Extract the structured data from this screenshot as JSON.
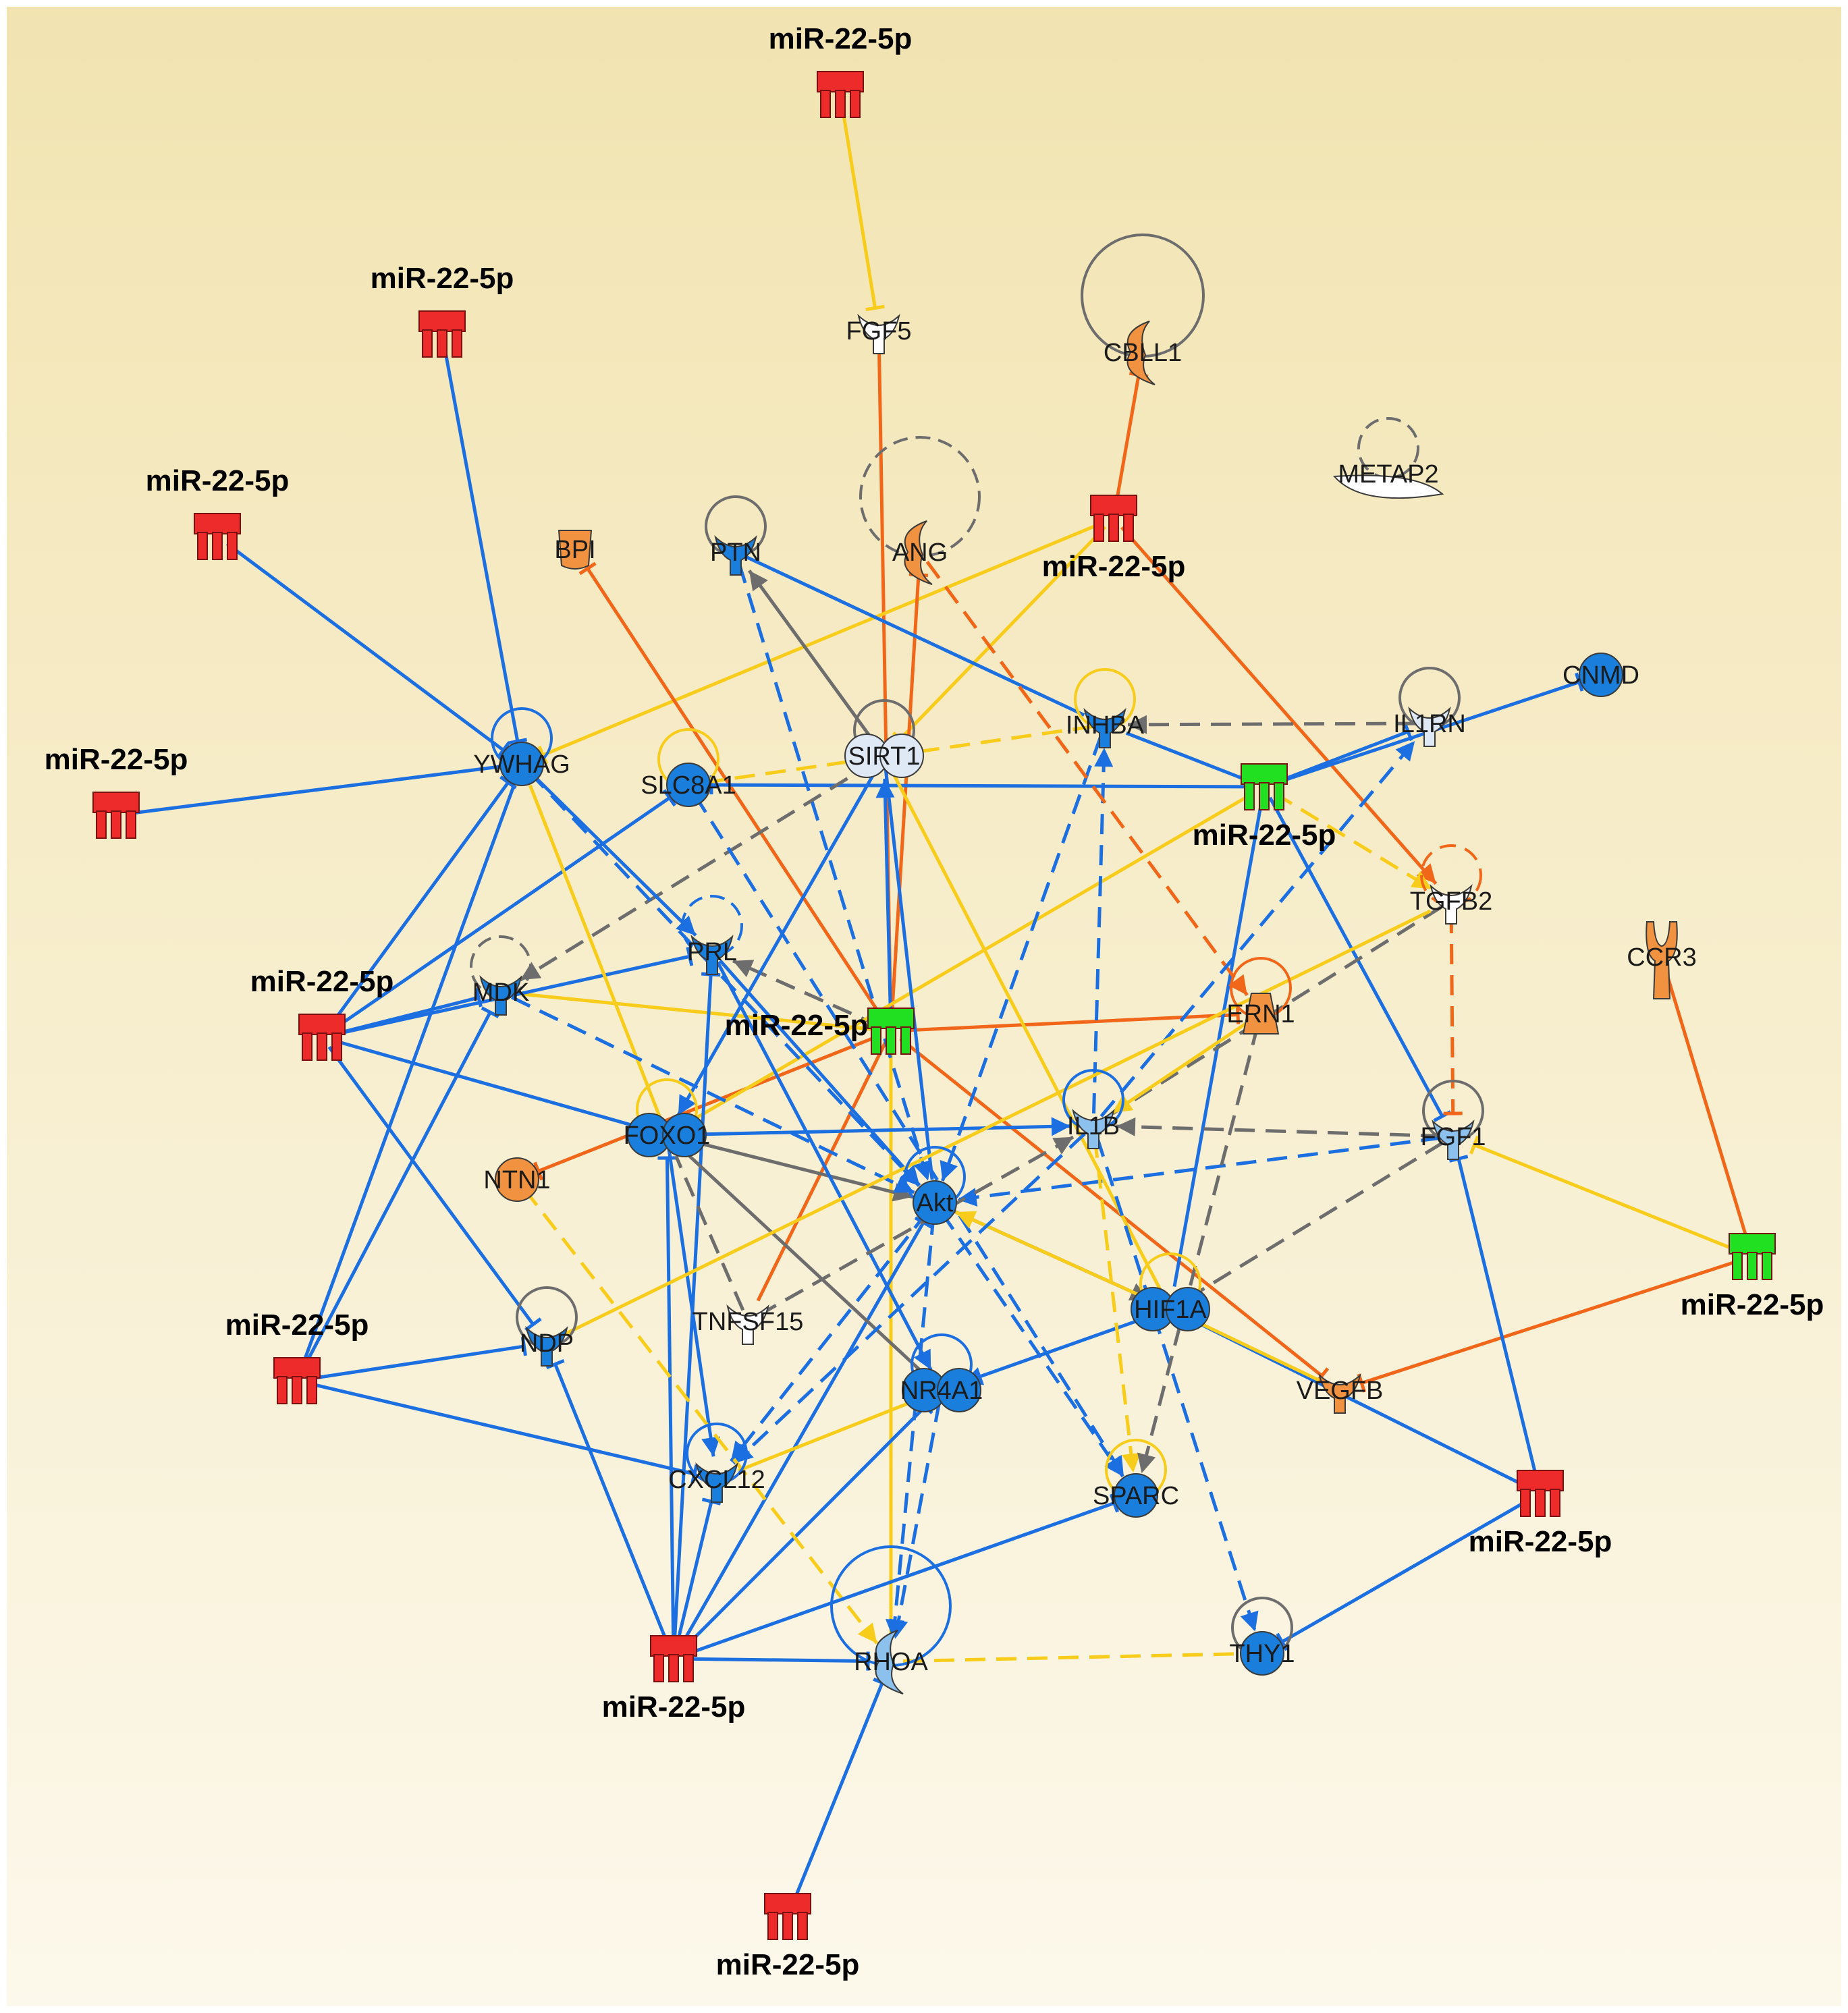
{
  "colors": {
    "background_top": "#f2e4b1",
    "background_bottom": "#fcf8eb",
    "mirna_down": "#ee2b2b",
    "mirna_up": "#21e021",
    "gene_blue": "#1a7fdc",
    "gene_lightblue": "#8cc1ee",
    "gene_paleblue": "#dfe9f6",
    "gene_orange": "#f0923f",
    "gene_white": "#ffffff",
    "edge_blue": "#1b6fe0",
    "edge_yellow": "#f7cc1b",
    "edge_orange": "#f2661a",
    "edge_gray": "#6d6d6d"
  },
  "mirnas": [
    {
      "id": "m1",
      "label": "miR-22-5p",
      "state": "down",
      "label_side": "top"
    },
    {
      "id": "m2",
      "label": "miR-22-5p",
      "state": "down",
      "label_side": "top"
    },
    {
      "id": "m3",
      "label": "miR-22-5p",
      "state": "down",
      "label_side": "top"
    },
    {
      "id": "m4",
      "label": "miR-22-5p",
      "state": "down",
      "label_side": "top"
    },
    {
      "id": "m5",
      "label": "miR-22-5p",
      "state": "up",
      "label_side": "left"
    },
    {
      "id": "m6",
      "label": "miR-22-5p",
      "state": "down",
      "label_side": "bottom"
    },
    {
      "id": "m7",
      "label": "miR-22-5p",
      "state": "up",
      "label_side": "bottom"
    },
    {
      "id": "m8",
      "label": "miR-22-5p",
      "state": "down",
      "label_side": "top"
    },
    {
      "id": "m9",
      "label": "miR-22-5p",
      "state": "up",
      "label_side": "bottom"
    },
    {
      "id": "m10",
      "label": "miR-22-5p",
      "state": "down",
      "label_side": "top"
    },
    {
      "id": "m11",
      "label": "miR-22-5p",
      "state": "down",
      "label_side": "bottom"
    },
    {
      "id": "m12",
      "label": "miR-22-5p",
      "state": "down",
      "label_side": "bottom"
    },
    {
      "id": "m13",
      "label": "miR-22-5p",
      "state": "down",
      "label_side": "bottom"
    }
  ],
  "genes": [
    {
      "id": "FGF5",
      "label": "FGF5",
      "shape": "growth",
      "color": "white",
      "self_loop": false
    },
    {
      "id": "CBLL1",
      "label": "CBLL1",
      "shape": "enzyme",
      "color": "orange",
      "self_loop": true
    },
    {
      "id": "METAP2",
      "label": "METAP2",
      "shape": "peptidase",
      "color": "white",
      "self_loop": true
    },
    {
      "id": "BPI",
      "label": "BPI",
      "shape": "other",
      "color": "orange",
      "self_loop": false
    },
    {
      "id": "PTN",
      "label": "PTN",
      "shape": "growth",
      "color": "blue",
      "self_loop": true
    },
    {
      "id": "ANG",
      "label": "ANG",
      "shape": "enzyme",
      "color": "orange",
      "self_loop": true
    },
    {
      "id": "CNMD",
      "label": "CNMD",
      "shape": "circle",
      "color": "blue",
      "self_loop": false
    },
    {
      "id": "YWHAG",
      "label": "YWHAG",
      "shape": "circle",
      "color": "blue",
      "self_loop": true
    },
    {
      "id": "SIRT1",
      "label": "SIRT1",
      "shape": "complex",
      "color": "paleblue",
      "self_loop": true
    },
    {
      "id": "INHBA",
      "label": "INHBA",
      "shape": "growth",
      "color": "blue",
      "self_loop": true
    },
    {
      "id": "IL1RN",
      "label": "IL1RN",
      "shape": "growth",
      "color": "paleblue",
      "self_loop": true
    },
    {
      "id": "SLC8A1",
      "label": "SLC8A1",
      "shape": "circle",
      "color": "blue",
      "self_loop": true
    },
    {
      "id": "TGFB2",
      "label": "TGFB2",
      "shape": "growth",
      "color": "white",
      "self_loop": true
    },
    {
      "id": "CCR3",
      "label": "CCR3",
      "shape": "receptor",
      "color": "orange",
      "self_loop": false
    },
    {
      "id": "PRL",
      "label": "PRL",
      "shape": "growth",
      "color": "blue",
      "self_loop": true
    },
    {
      "id": "MDK",
      "label": "MDK",
      "shape": "growth",
      "color": "blue",
      "self_loop": true
    },
    {
      "id": "ERN1",
      "label": "ERN1",
      "shape": "kinase",
      "color": "orange",
      "self_loop": true
    },
    {
      "id": "FOXO1",
      "label": "FOXO1",
      "shape": "complex",
      "color": "blue",
      "self_loop": true
    },
    {
      "id": "IL1B",
      "label": "IL1B",
      "shape": "growth",
      "color": "lightblue",
      "self_loop": true
    },
    {
      "id": "FGF1",
      "label": "FGF1",
      "shape": "growth",
      "color": "lightblue",
      "self_loop": true
    },
    {
      "id": "NTN1",
      "label": "NTN1",
      "shape": "circle",
      "color": "orange",
      "self_loop": false
    },
    {
      "id": "Akt",
      "label": "Akt",
      "shape": "circle",
      "color": "blue",
      "self_loop": true
    },
    {
      "id": "TNFSF15",
      "label": "TNFSF15",
      "shape": "growth",
      "color": "white",
      "self_loop": false
    },
    {
      "id": "HIF1A",
      "label": "HIF1A",
      "shape": "complex",
      "color": "blue",
      "self_loop": true
    },
    {
      "id": "NDP",
      "label": "NDP",
      "shape": "growth",
      "color": "blue",
      "self_loop": true
    },
    {
      "id": "NR4A1",
      "label": "NR4A1",
      "shape": "complex",
      "color": "blue",
      "self_loop": true
    },
    {
      "id": "VEGFB",
      "label": "VEGFB",
      "shape": "growth",
      "color": "orange",
      "self_loop": false
    },
    {
      "id": "CXCL12",
      "label": "CXCL12",
      "shape": "growth",
      "color": "blue",
      "self_loop": true
    },
    {
      "id": "SPARC",
      "label": "SPARC",
      "shape": "circle",
      "color": "blue",
      "self_loop": true
    },
    {
      "id": "RHOA",
      "label": "RHOA",
      "shape": "enzyme",
      "color": "lightblue",
      "self_loop": true
    },
    {
      "id": "THY1",
      "label": "THY1",
      "shape": "circle",
      "color": "blue",
      "self_loop": true
    }
  ],
  "edges": [
    {
      "from": "m1",
      "to": "FGF5",
      "color": "yellow",
      "style": "solid",
      "end": "bar"
    },
    {
      "from": "FGF5",
      "to": "m5",
      "color": "orange",
      "style": "solid",
      "end": "none"
    },
    {
      "from": "m6",
      "to": "CBLL1",
      "color": "orange",
      "style": "solid",
      "end": "bar"
    },
    {
      "from": "m6",
      "to": "YWHAG",
      "color": "yellow",
      "style": "solid",
      "end": "bar"
    },
    {
      "from": "m6",
      "to": "SIRT1",
      "color": "yellow",
      "style": "solid",
      "end": "bar"
    },
    {
      "from": "m6",
      "to": "TGFB2",
      "color": "orange",
      "style": "solid",
      "end": "arrow"
    },
    {
      "from": "m2",
      "to": "YWHAG",
      "color": "blue",
      "style": "solid",
      "end": "bar"
    },
    {
      "from": "m3",
      "to": "YWHAG",
      "color": "blue",
      "style": "solid",
      "end": "bar"
    },
    {
      "from": "m4",
      "to": "YWHAG",
      "color": "blue",
      "style": "solid",
      "end": "none"
    },
    {
      "from": "m5",
      "to": "BPI",
      "color": "orange",
      "style": "solid",
      "end": "bar"
    },
    {
      "from": "m5",
      "to": "ANG",
      "color": "orange",
      "style": "solid",
      "end": "bar"
    },
    {
      "from": "m5",
      "to": "NTN1",
      "color": "orange",
      "style": "solid",
      "end": "bar"
    },
    {
      "from": "m5",
      "to": "ERN1",
      "color": "orange",
      "style": "solid",
      "end": "bar"
    },
    {
      "from": "m5",
      "to": "MDK",
      "color": "yellow",
      "style": "solid",
      "end": "none"
    },
    {
      "from": "m5",
      "to": "TNFSF15",
      "color": "orange",
      "style": "solid",
      "end": "none"
    },
    {
      "from": "m5",
      "to": "PRL",
      "color": "gray",
      "style": "dashed",
      "end": "arrow"
    },
    {
      "from": "m5",
      "to": "VEGFB",
      "color": "orange",
      "style": "solid",
      "end": "bar"
    },
    {
      "from": "m5",
      "to": "SIRT1",
      "color": "blue",
      "style": "solid",
      "end": "arrow"
    },
    {
      "from": "m5",
      "to": "RHOA",
      "color": "yellow",
      "style": "solid",
      "end": "none"
    },
    {
      "from": "m7",
      "to": "FGF1",
      "color": "yellow",
      "style": "solid",
      "end": "bar"
    },
    {
      "from": "m7",
      "to": "VEGFB",
      "color": "orange",
      "style": "solid",
      "end": "bar"
    },
    {
      "from": "m8",
      "to": "MDK",
      "color": "blue",
      "style": "solid",
      "end": "bar"
    },
    {
      "from": "m8",
      "to": "PRL",
      "color": "blue",
      "style": "solid",
      "end": "bar"
    },
    {
      "from": "m8",
      "to": "YWHAG",
      "color": "blue",
      "style": "solid",
      "end": "bar"
    },
    {
      "from": "m8",
      "to": "SLC8A1",
      "color": "blue",
      "style": "solid",
      "end": "bar"
    },
    {
      "from": "m8",
      "to": "FOXO1",
      "color": "blue",
      "style": "solid",
      "end": "bar"
    },
    {
      "from": "m8",
      "to": "NDP",
      "color": "blue",
      "style": "solid",
      "end": "bar"
    },
    {
      "from": "m9",
      "to": "INHBA",
      "color": "blue",
      "style": "solid",
      "end": "none"
    },
    {
      "from": "m9",
      "to": "IL1RN",
      "color": "blue",
      "style": "solid",
      "end": "bar"
    },
    {
      "from": "m9",
      "to": "CNMD",
      "color": "blue",
      "style": "solid",
      "end": "bar"
    },
    {
      "from": "m9",
      "to": "SLC8A1",
      "color": "blue",
      "style": "solid",
      "end": "bar"
    },
    {
      "from": "m9",
      "to": "TGFB2",
      "color": "yellow",
      "style": "dashed",
      "end": "arrow"
    },
    {
      "from": "m9",
      "to": "FGF1",
      "color": "blue",
      "style": "solid",
      "end": "bar"
    },
    {
      "from": "m9",
      "to": "HIF1A",
      "color": "blue",
      "style": "solid",
      "end": "none"
    },
    {
      "from": "m9",
      "to": "FOXO1",
      "color": "yellow",
      "style": "solid",
      "end": "none"
    },
    {
      "from": "m10",
      "to": "NDP",
      "color": "blue",
      "style": "solid",
      "end": "bar"
    },
    {
      "from": "m10",
      "to": "MDK",
      "color": "blue",
      "style": "solid",
      "end": "bar"
    },
    {
      "from": "m10",
      "to": "CXCL12",
      "color": "blue",
      "style": "solid",
      "end": "bar"
    },
    {
      "from": "m10",
      "to": "YWHAG",
      "color": "blue",
      "style": "solid",
      "end": "none"
    },
    {
      "from": "m11",
      "to": "NDP",
      "color": "blue",
      "style": "solid",
      "end": "bar"
    },
    {
      "from": "m11",
      "to": "FOXO1",
      "color": "blue",
      "style": "solid",
      "end": "bar"
    },
    {
      "from": "m11",
      "to": "CXCL12",
      "color": "blue",
      "style": "solid",
      "end": "bar"
    },
    {
      "from": "m11",
      "to": "Akt",
      "color": "blue",
      "style": "solid",
      "end": "bar"
    },
    {
      "from": "m11",
      "to": "RHOA",
      "color": "blue",
      "style": "solid",
      "end": "bar"
    },
    {
      "from": "m11",
      "to": "SPARC",
      "color": "blue",
      "style": "solid",
      "end": "bar"
    },
    {
      "from": "m11",
      "to": "NR4A1",
      "color": "blue",
      "style": "solid",
      "end": "bar"
    },
    {
      "from": "m11",
      "to": "PRL",
      "color": "blue",
      "style": "solid",
      "end": "bar"
    },
    {
      "from": "m12",
      "to": "HIF1A",
      "color": "blue",
      "style": "solid",
      "end": "bar"
    },
    {
      "from": "m12",
      "to": "FGF1",
      "color": "blue",
      "style": "solid",
      "end": "bar"
    },
    {
      "from": "m12",
      "to": "THY1",
      "color": "blue",
      "style": "solid",
      "end": "bar"
    },
    {
      "from": "m13",
      "to": "RHOA",
      "color": "blue",
      "style": "solid",
      "end": "bar"
    },
    {
      "from": "CCR3",
      "to": "m7",
      "color": "orange",
      "style": "solid",
      "end": "none"
    },
    {
      "from": "PTN",
      "to": "INHBA",
      "color": "blue",
      "style": "solid",
      "end": "none"
    },
    {
      "from": "PTN",
      "to": "Akt",
      "color": "blue",
      "style": "dashed",
      "end": "arrow"
    },
    {
      "from": "SIRT1",
      "to": "PTN",
      "color": "gray",
      "style": "solid",
      "end": "arrow"
    },
    {
      "from": "SIRT1",
      "to": "MDK",
      "color": "gray",
      "style": "dashed",
      "end": "arrow"
    },
    {
      "from": "SIRT1",
      "to": "Akt",
      "color": "blue",
      "style": "solid",
      "end": "none"
    },
    {
      "from": "SIRT1",
      "to": "HIF1A",
      "color": "yellow",
      "style": "solid",
      "end": "none"
    },
    {
      "from": "SIRT1",
      "to": "FOXO1",
      "color": "blue",
      "style": "solid",
      "end": "arrow"
    },
    {
      "from": "INHBA",
      "to": "Akt",
      "color": "blue",
      "style": "dashed",
      "end": "arrow"
    },
    {
      "from": "INHBA",
      "to": "SLC8A1",
      "color": "yellow",
      "style": "dashed",
      "end": "none"
    },
    {
      "from": "IL1RN",
      "to": "INHBA",
      "color": "gray",
      "style": "dashed",
      "end": "arrow"
    },
    {
      "from": "IL1B",
      "to": "INHBA",
      "color": "blue",
      "style": "dashed",
      "end": "arrow"
    },
    {
      "from": "ANG",
      "to": "ERN1",
      "color": "orange",
      "style": "dashed",
      "end": "arrow"
    },
    {
      "from": "TGFB2",
      "to": "FGF1",
      "color": "orange",
      "style": "dashed",
      "end": "bar"
    },
    {
      "from": "TGFB2",
      "to": "IL1B",
      "color": "gray",
      "style": "dashed",
      "end": "none"
    },
    {
      "from": "FGF1",
      "to": "IL1B",
      "color": "gray",
      "style": "dashed",
      "end": "arrow"
    },
    {
      "from": "FGF1",
      "to": "Akt",
      "color": "blue",
      "style": "dashed",
      "end": "arrow"
    },
    {
      "from": "ERN1",
      "to": "IL1B",
      "color": "yellow",
      "style": "solid",
      "end": "arrow"
    },
    {
      "from": "FOXO1",
      "to": "IL1B",
      "color": "blue",
      "style": "solid",
      "end": "arrow"
    },
    {
      "from": "FOXO1",
      "to": "Akt",
      "color": "gray",
      "style": "solid",
      "end": "arrow"
    },
    {
      "from": "FOXO1",
      "to": "NR4A1",
      "color": "gray",
      "style": "solid",
      "end": "none"
    },
    {
      "from": "FOXO1",
      "to": "CXCL12",
      "color": "blue",
      "style": "solid",
      "end": "arrow"
    },
    {
      "from": "FOXO1",
      "to": "YWHAG",
      "color": "yellow",
      "style": "solid",
      "end": "none"
    },
    {
      "from": "YWHAG",
      "to": "PRL",
      "color": "blue",
      "style": "solid",
      "end": "arrow"
    },
    {
      "from": "YWHAG",
      "to": "Akt",
      "color": "blue",
      "style": "dashed",
      "end": "arrow"
    },
    {
      "from": "MDK",
      "to": "Akt",
      "color": "blue",
      "style": "dashed",
      "end": "arrow"
    },
    {
      "from": "PRL",
      "to": "Akt",
      "color": "blue",
      "style": "solid",
      "end": "arrow"
    },
    {
      "from": "PRL",
      "to": "NR4A1",
      "color": "blue",
      "style": "solid",
      "end": "arrow"
    },
    {
      "from": "SLC8A1",
      "to": "SPARC",
      "color": "blue",
      "style": "dashed",
      "end": "arrow"
    },
    {
      "from": "Akt",
      "to": "HIF1A",
      "color": "gray",
      "style": "solid",
      "end": "arrow"
    },
    {
      "from": "Akt",
      "to": "CXCL12",
      "color": "blue",
      "style": "dashed",
      "end": "arrow"
    },
    {
      "from": "Akt",
      "to": "RHOA",
      "color": "blue",
      "style": "dashed",
      "end": "arrow"
    },
    {
      "from": "Akt",
      "to": "SPARC",
      "color": "blue",
      "style": "dashed",
      "end": "arrow"
    },
    {
      "from": "HIF1A",
      "to": "NR4A1",
      "color": "blue",
      "style": "solid",
      "end": "arrow"
    },
    {
      "from": "HIF1A",
      "to": "Akt",
      "color": "yellow",
      "style": "solid",
      "end": "arrow"
    },
    {
      "from": "HIF1A",
      "to": "VEGFB",
      "color": "yellow",
      "style": "solid",
      "end": "none"
    },
    {
      "from": "IL1B",
      "to": "THY1",
      "color": "blue",
      "style": "dashed",
      "end": "arrow"
    },
    {
      "from": "IL1B",
      "to": "SPARC",
      "color": "yellow",
      "style": "dashed",
      "end": "arrow"
    },
    {
      "from": "IL1B",
      "to": "CXCL12",
      "color": "blue",
      "style": "dashed",
      "end": "arrow"
    },
    {
      "from": "IL1B",
      "to": "IL1RN",
      "color": "blue",
      "style": "dashed",
      "end": "arrow"
    },
    {
      "from": "NTN1",
      "to": "RHOA",
      "color": "yellow",
      "style": "dashed",
      "end": "arrow"
    },
    {
      "from": "NDP",
      "to": "TGFB2",
      "color": "yellow",
      "style": "solid",
      "end": "none"
    },
    {
      "from": "TNFSF15",
      "to": "FOXO1",
      "color": "gray",
      "style": "dashed",
      "end": "none"
    },
    {
      "from": "TNFSF15",
      "to": "IL1B",
      "color": "gray",
      "style": "dashed",
      "end": "arrow"
    },
    {
      "from": "NR4A1",
      "to": "CXCL12",
      "color": "yellow",
      "style": "solid",
      "end": "none"
    },
    {
      "from": "NR4A1",
      "to": "RHOA",
      "color": "blue",
      "style": "dashed",
      "end": "arrow"
    },
    {
      "from": "RHOA",
      "to": "THY1",
      "color": "yellow",
      "style": "dashed",
      "end": "none"
    },
    {
      "from": "ERN1",
      "to": "SPARC",
      "color": "gray",
      "style": "dashed",
      "end": "arrow"
    },
    {
      "from": "FGF1",
      "to": "HIF1A",
      "color": "gray",
      "style": "dashed",
      "end": "none"
    }
  ]
}
